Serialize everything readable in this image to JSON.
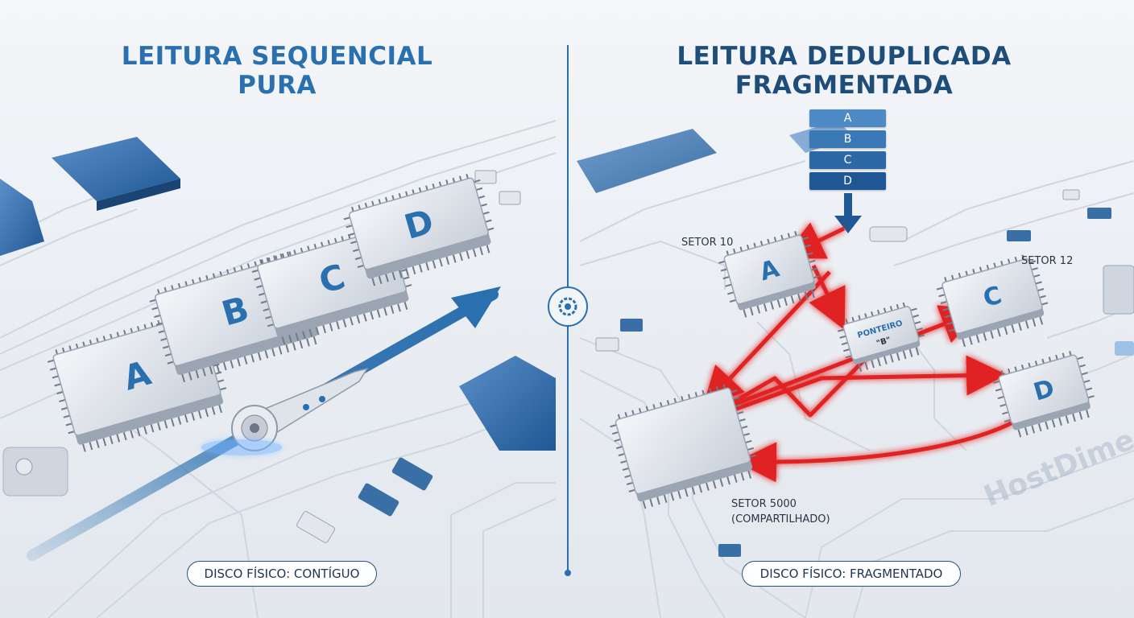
{
  "left_panel": {
    "title_line1": "LEITURA SEQUENCIAL",
    "title_line2": "PURA",
    "blocks": [
      "A",
      "B",
      "C",
      "D"
    ],
    "footer_label": "DISCO FÍSICO: CONTÍGUO"
  },
  "right_panel": {
    "title_line1": "LEITURA DEDUPLICADA",
    "title_line2": "FRAGMENTADA",
    "request_stack": [
      "A",
      "B",
      "C",
      "D"
    ],
    "chips": {
      "a": "A",
      "c": "C",
      "d": "D",
      "pointer_line1": "PONTEIRO",
      "pointer_line2": "\"B\""
    },
    "sector_10": "SETOR 10",
    "sector_12": "SETOR 12",
    "sector_5000_line1": "SETOR 5000",
    "sector_5000_line2": "(COMPARTILHADO)",
    "footer_label": "DISCO FÍSICO: FRAGMENTADO"
  },
  "watermark": "HostDime",
  "colors": {
    "blue_accent": "#2a6fae",
    "dark_blue": "#1f4d7a",
    "red_arrow": "#e02424",
    "chip_face": "#e4e8ee"
  },
  "icons": [
    "gear-icon"
  ]
}
